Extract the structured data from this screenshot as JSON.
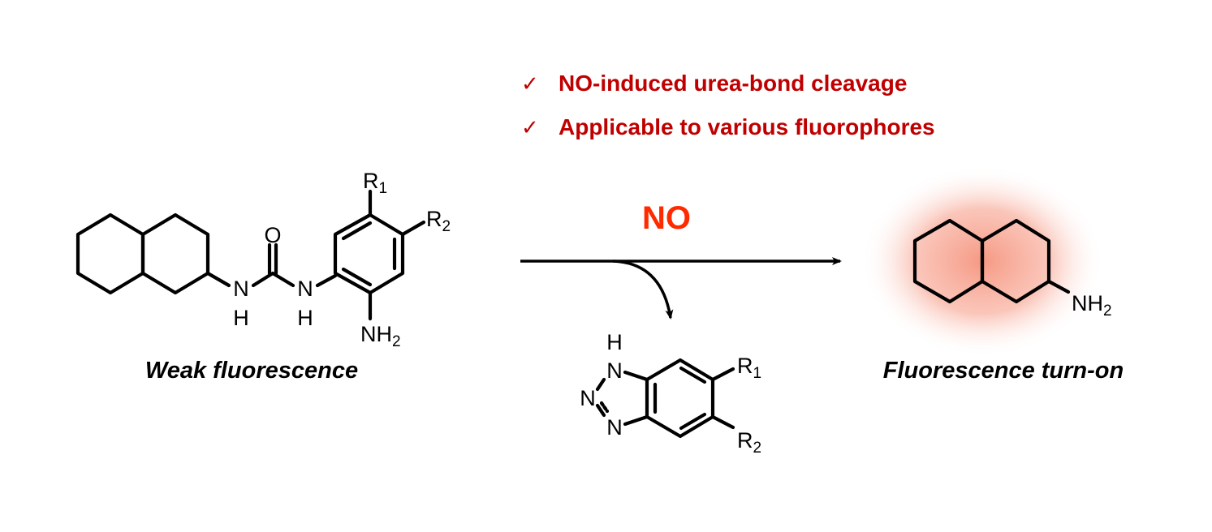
{
  "features": [
    {
      "mark": "✓",
      "text": "NO-induced urea-bond cleavage"
    },
    {
      "mark": "✓",
      "text": "Applicable to various fluorophores"
    }
  ],
  "reagent": "NO",
  "starting_material": {
    "caption": "Weak fluorescence",
    "labels": {
      "carbonyl_o": "O",
      "n1": "N",
      "h1": "H",
      "n2": "N",
      "h2": "H",
      "r1": "R",
      "r1_sub": "1",
      "r2": "R",
      "r2_sub": "2",
      "nh2": "NH",
      "nh2_sub": "2"
    }
  },
  "byproduct": {
    "labels": {
      "h": "H",
      "n1": "N",
      "n2": "N",
      "n3": "N",
      "r1": "R",
      "r1_sub": "1",
      "r2": "R",
      "r2_sub": "2"
    }
  },
  "product": {
    "caption": "Fluorescence turn-on",
    "labels": {
      "nh2": "NH",
      "nh2_sub": "2"
    }
  },
  "colors": {
    "feature_text": "#c00000",
    "reagent_text": "#ff2a00",
    "glow": "#f4876e",
    "quencher_fill": "#bdbdbd"
  }
}
